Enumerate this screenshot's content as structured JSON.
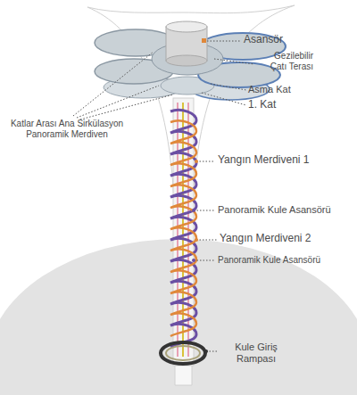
{
  "diagram": {
    "labels": [
      "Asansör",
      "Gezilebilir Çatı Terası",
      "Asma Kat",
      "1. Kat",
      "Katlar Arası Ana Sirkülasyon Panoramik Merdiven",
      "Yangın Merdiveni 1",
      "Panoramik Kule Asansörü",
      "Yangın Merdiveni 2",
      "Panoramik Kule Asansörü",
      "Kule Giriş Rampası"
    ]
  }
}
